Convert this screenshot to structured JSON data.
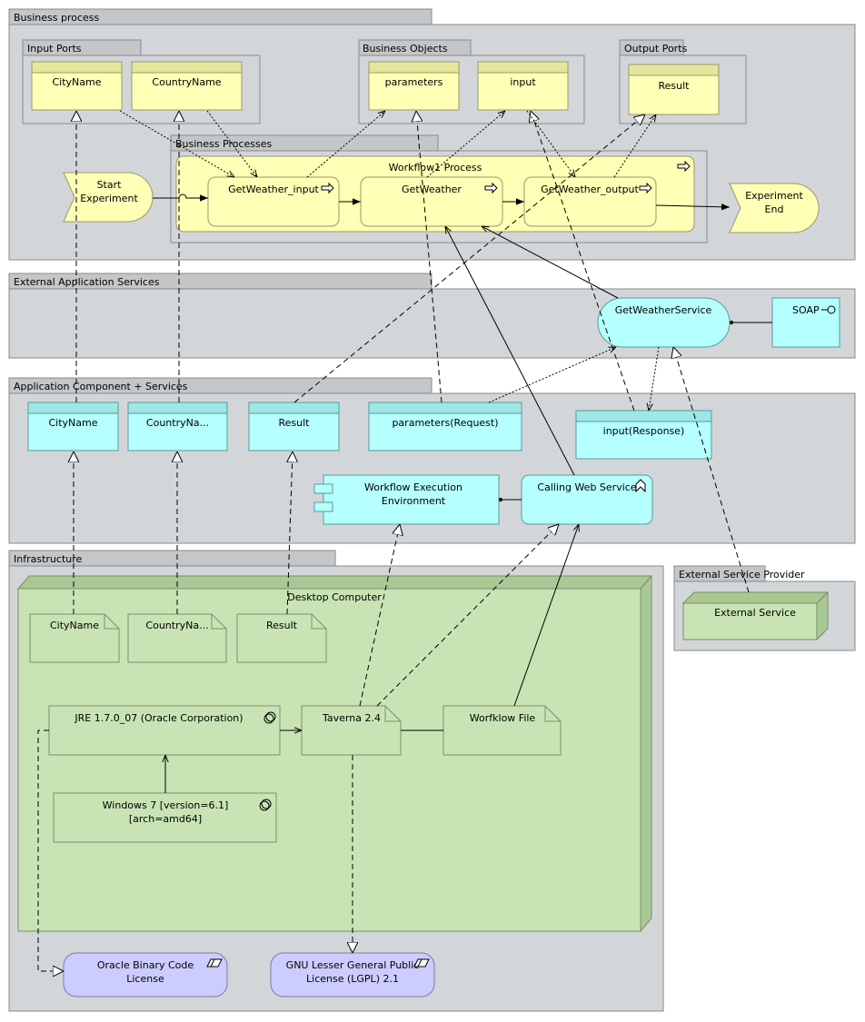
{
  "groups": {
    "business_process": "Business process",
    "input_ports": "Input Ports",
    "business_objects": "Business Objects",
    "output_ports": "Output Ports",
    "business_processes": "Business Processes",
    "external_app_services": "External Application Services",
    "app_component_services": "Application Component + Services",
    "infrastructure": "Infrastructure",
    "external_service_provider": "External Service Provider"
  },
  "business": {
    "city_name": "CityName",
    "country_name": "CountryName",
    "parameters": "parameters",
    "input": "input",
    "result": "Result",
    "start_line1": "Start",
    "start_line2": "Experiment",
    "workflow_process": "Workflow1 Process",
    "get_weather_input": "GetWeather_input",
    "get_weather": "GetWeather",
    "get_weather_output": "GetWeather_output",
    "end_line1": "Experiment",
    "end_line2": "End"
  },
  "external_services": {
    "get_weather_service": "GetWeatherService",
    "soap": "SOAP"
  },
  "application": {
    "city_name": "CityName",
    "country_name": "CountryNa...",
    "result": "Result",
    "parameters_request": "parameters(Request)",
    "input_response": "input(Response)",
    "wee_line1": "Workflow Execution",
    "wee_line2": "Environment",
    "calling_web_service": "Calling Web Service"
  },
  "infrastructure": {
    "desktop_computer": "Desktop Computer",
    "city_name": "CityName",
    "country_name": "CountryNa...",
    "result": "Result",
    "jre": "JRE 1.7.0_07 (Oracle Corporation)",
    "taverna": "Taverna 2.4",
    "workflow_file": "Worfklow File",
    "windows_line1": "Windows 7 [version=6.1]",
    "windows_line2": "[arch=amd64]",
    "oracle_line1": "Oracle Binary Code",
    "oracle_line2": "License",
    "gnu_line1": "GNU Lesser General Public",
    "gnu_line2": "License (LGPL) 2.1"
  },
  "provider": {
    "external_service": "External Service"
  }
}
